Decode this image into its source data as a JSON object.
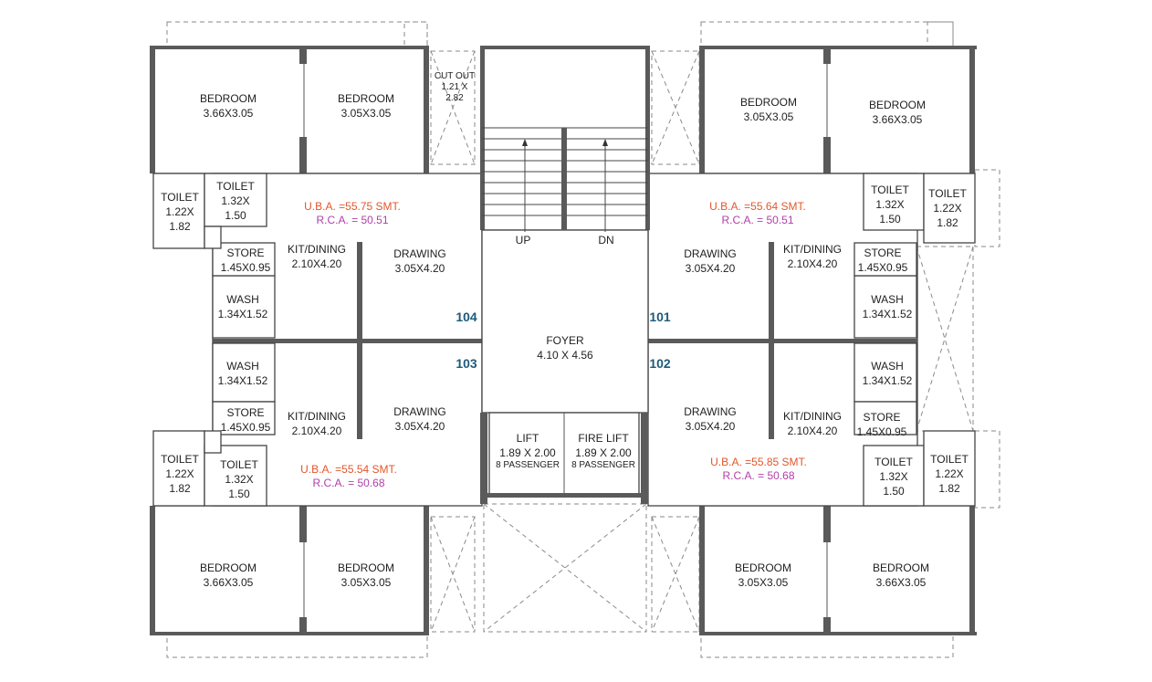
{
  "units": {
    "u101": "101",
    "u102": "102",
    "u103": "103",
    "u104": "104"
  },
  "areas": {
    "u104": {
      "uba": "U.B.A. =55.75 SMT.",
      "rca": "R.C.A. = 50.51"
    },
    "u101": {
      "uba": "U.B.A. =55.64 SMT.",
      "rca": "R.C.A. = 50.51"
    },
    "u103": {
      "uba": "U.B.A. =55.54 SMT.",
      "rca": "R.C.A. = 50.68"
    },
    "u102": {
      "uba": "U.B.A. =55.85 SMT.",
      "rca": "R.C.A. = 50.68"
    }
  },
  "rooms": {
    "tl_bed1": {
      "name": "BEDROOM",
      "dim": "3.66X3.05"
    },
    "tl_bed2": {
      "name": "BEDROOM",
      "dim": "3.05X3.05"
    },
    "tr_bed1": {
      "name": "BEDROOM",
      "dim": "3.05X3.05"
    },
    "tr_bed2": {
      "name": "BEDROOM",
      "dim": "3.66X3.05"
    },
    "bl_bed1": {
      "name": "BEDROOM",
      "dim": "3.66X3.05"
    },
    "bl_bed2": {
      "name": "BEDROOM",
      "dim": "3.05X3.05"
    },
    "br_bed1": {
      "name": "BEDROOM",
      "dim": "3.05X3.05"
    },
    "br_bed2": {
      "name": "BEDROOM",
      "dim": "3.66X3.05"
    },
    "tl_toilet_a": {
      "name": "TOILET",
      "d1": "1.22X",
      "d2": "1.82"
    },
    "tl_toilet_b": {
      "name": "TOILET",
      "d1": "1.32X",
      "d2": "1.50"
    },
    "tr_toilet_b": {
      "name": "TOILET",
      "d1": "1.32X",
      "d2": "1.50"
    },
    "tr_toilet_a": {
      "name": "TOILET",
      "d1": "1.22X",
      "d2": "1.82"
    },
    "bl_toilet_a": {
      "name": "TOILET",
      "d1": "1.22X",
      "d2": "1.82"
    },
    "bl_toilet_b": {
      "name": "TOILET",
      "d1": "1.32X",
      "d2": "1.50"
    },
    "br_toilet_b": {
      "name": "TOILET",
      "d1": "1.32X",
      "d2": "1.50"
    },
    "br_toilet_a": {
      "name": "TOILET",
      "d1": "1.22X",
      "d2": "1.82"
    },
    "tl_store": {
      "name": "STORE",
      "dim": "1.45X0.95"
    },
    "tr_store": {
      "name": "STORE",
      "dim": "1.45X0.95"
    },
    "bl_store": {
      "name": "STORE",
      "dim": "1.45X0.95"
    },
    "br_store": {
      "name": "STORE",
      "dim": "1.45X0.95"
    },
    "tl_wash": {
      "name": "WASH",
      "dim": "1.34X1.52"
    },
    "tr_wash": {
      "name": "WASH",
      "dim": "1.34X1.52"
    },
    "bl_wash": {
      "name": "WASH",
      "dim": "1.34X1.52"
    },
    "br_wash": {
      "name": "WASH",
      "dim": "1.34X1.52"
    },
    "tl_kit": {
      "name": "KIT/DINING",
      "dim": "2.10X4.20"
    },
    "tr_kit": {
      "name": "KIT/DINING",
      "dim": "2.10X4.20"
    },
    "bl_kit": {
      "name": "KIT/DINING",
      "dim": "2.10X4.20"
    },
    "br_kit": {
      "name": "KIT/DINING",
      "dim": "2.10X4.20"
    },
    "tl_draw": {
      "name": "DRAWING",
      "dim": "3.05X4.20"
    },
    "tr_draw": {
      "name": "DRAWING",
      "dim": "3.05X4.20"
    },
    "bl_draw": {
      "name": "DRAWING",
      "dim": "3.05X4.20"
    },
    "br_draw": {
      "name": "DRAWING",
      "dim": "3.05X4.20"
    },
    "cutout": {
      "l1": "CUT OUT",
      "l2": "1.21 X",
      "l3": "2.82"
    },
    "foyer": {
      "name": "FOYER",
      "dim": "4.10 X 4.56"
    },
    "lift": {
      "name": "LIFT",
      "dim": "1.89 X 2.00",
      "cap": "8 PASSENGER"
    },
    "firelift": {
      "name": "FIRE LIFT",
      "dim": "1.89 X 2.00",
      "cap": "8 PASSENGER"
    }
  },
  "stairs": {
    "up": "UP",
    "dn": "DN"
  },
  "colors": {
    "uba": "#e2572b",
    "rca": "#b040a8",
    "unit_number": "#1d5a7a",
    "wall": "#444444"
  }
}
